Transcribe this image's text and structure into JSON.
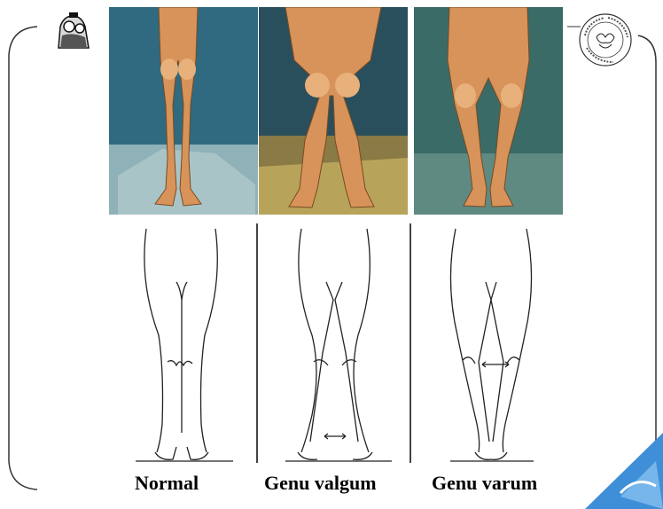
{
  "captions": {
    "normal": "Normal",
    "valgum": "Genu valgum",
    "varum": "Genu varum"
  },
  "logos": {
    "left": "hospital-figures-logo",
    "right": "service-de-rhumatologie-seal"
  },
  "colors": {
    "accent": "#3f8fd8",
    "wall_normal": "#2f6a80",
    "wall_varum": "#3a6b66",
    "floor_valgum": "#8a7a45",
    "skin": "#d8935a",
    "line": "#222222"
  }
}
